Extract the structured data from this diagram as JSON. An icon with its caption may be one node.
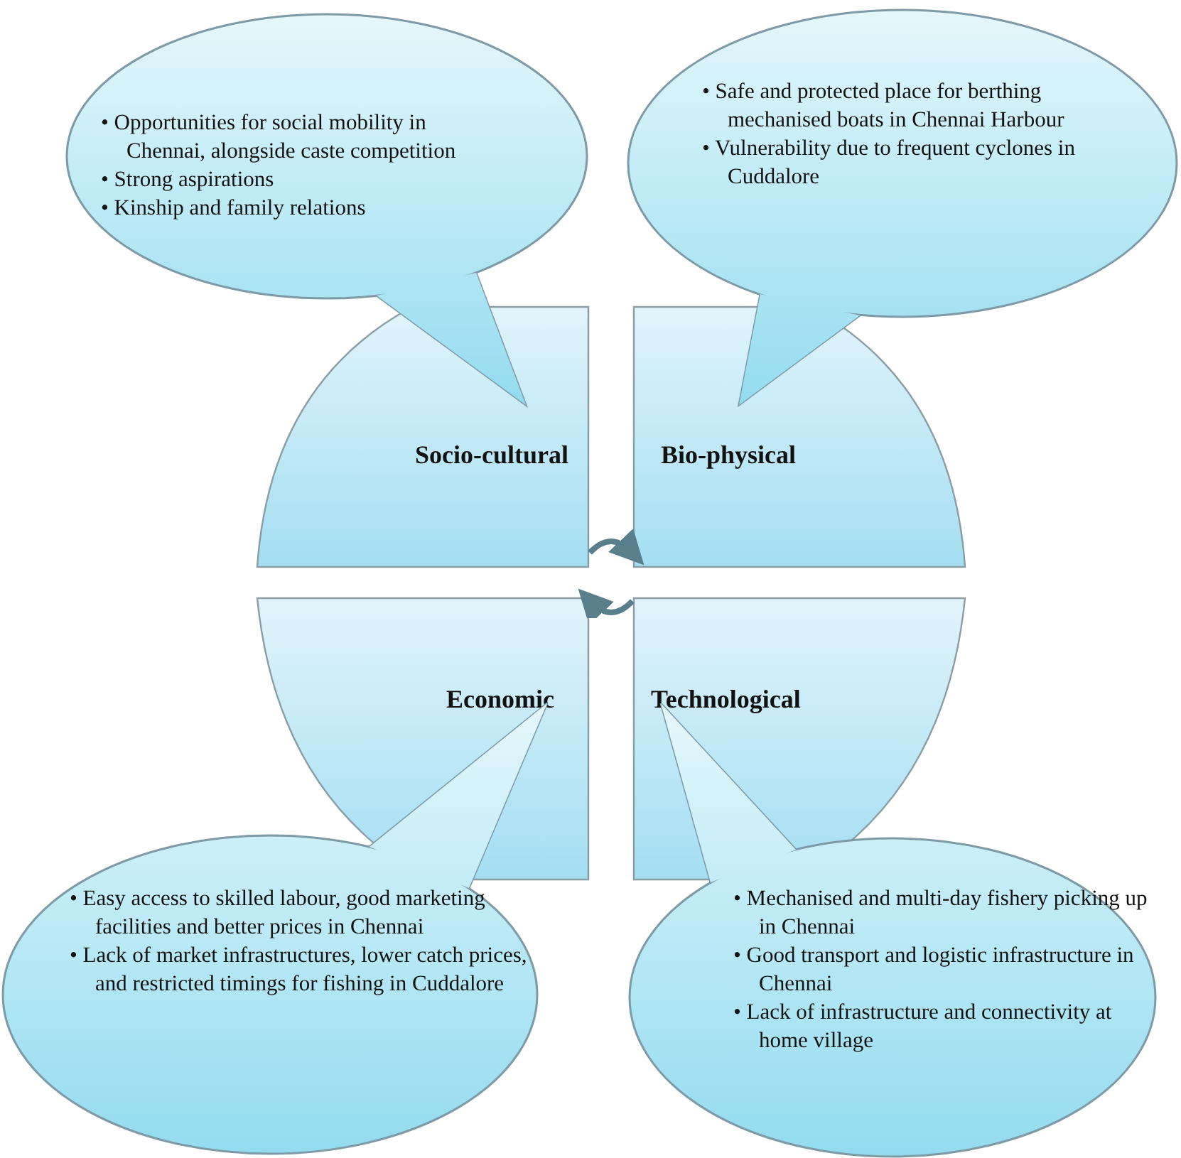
{
  "diagram": {
    "nodes": [
      {
        "text": [
          "• Opportunities for social mobility in Chennai, alongside caste competition",
          "• Strong aspirations",
          "• Kinship and family relations"
        ]
      },
      {
        "text": [
          "• Safe and protected place for berthing mechanised boats in Chennai Harbour",
          "• Vulnerability due to frequent cyclones in Cuddalore"
        ]
      },
      {
        "text": [
          "Socio-cultural"
        ]
      },
      {
        "text": [
          "Bio-physical"
        ]
      },
      {
        "text": [
          "Economic"
        ]
      },
      {
        "text": [
          "Technological"
        ]
      },
      {
        "text": [
          "• Easy access to skilled labour, good marketing facilities and better prices in Chennai",
          "• Lack of market infrastructures, lower catch prices, and restricted timings for fishing in Cuddalore"
        ]
      },
      {
        "text": [
          "• Mechanised and multi-day fishery picking up in Chennai",
          "• Good transport and logistic infrastructure in Chennai",
          "• Lack of infrastructure and connectivity at home village"
        ]
      }
    ],
    "edges": [
      {
        "from": 2,
        "to": 3,
        "arrow": "to"
      },
      {
        "from": 5,
        "to": 4,
        "arrow": "to"
      }
    ]
  }
}
